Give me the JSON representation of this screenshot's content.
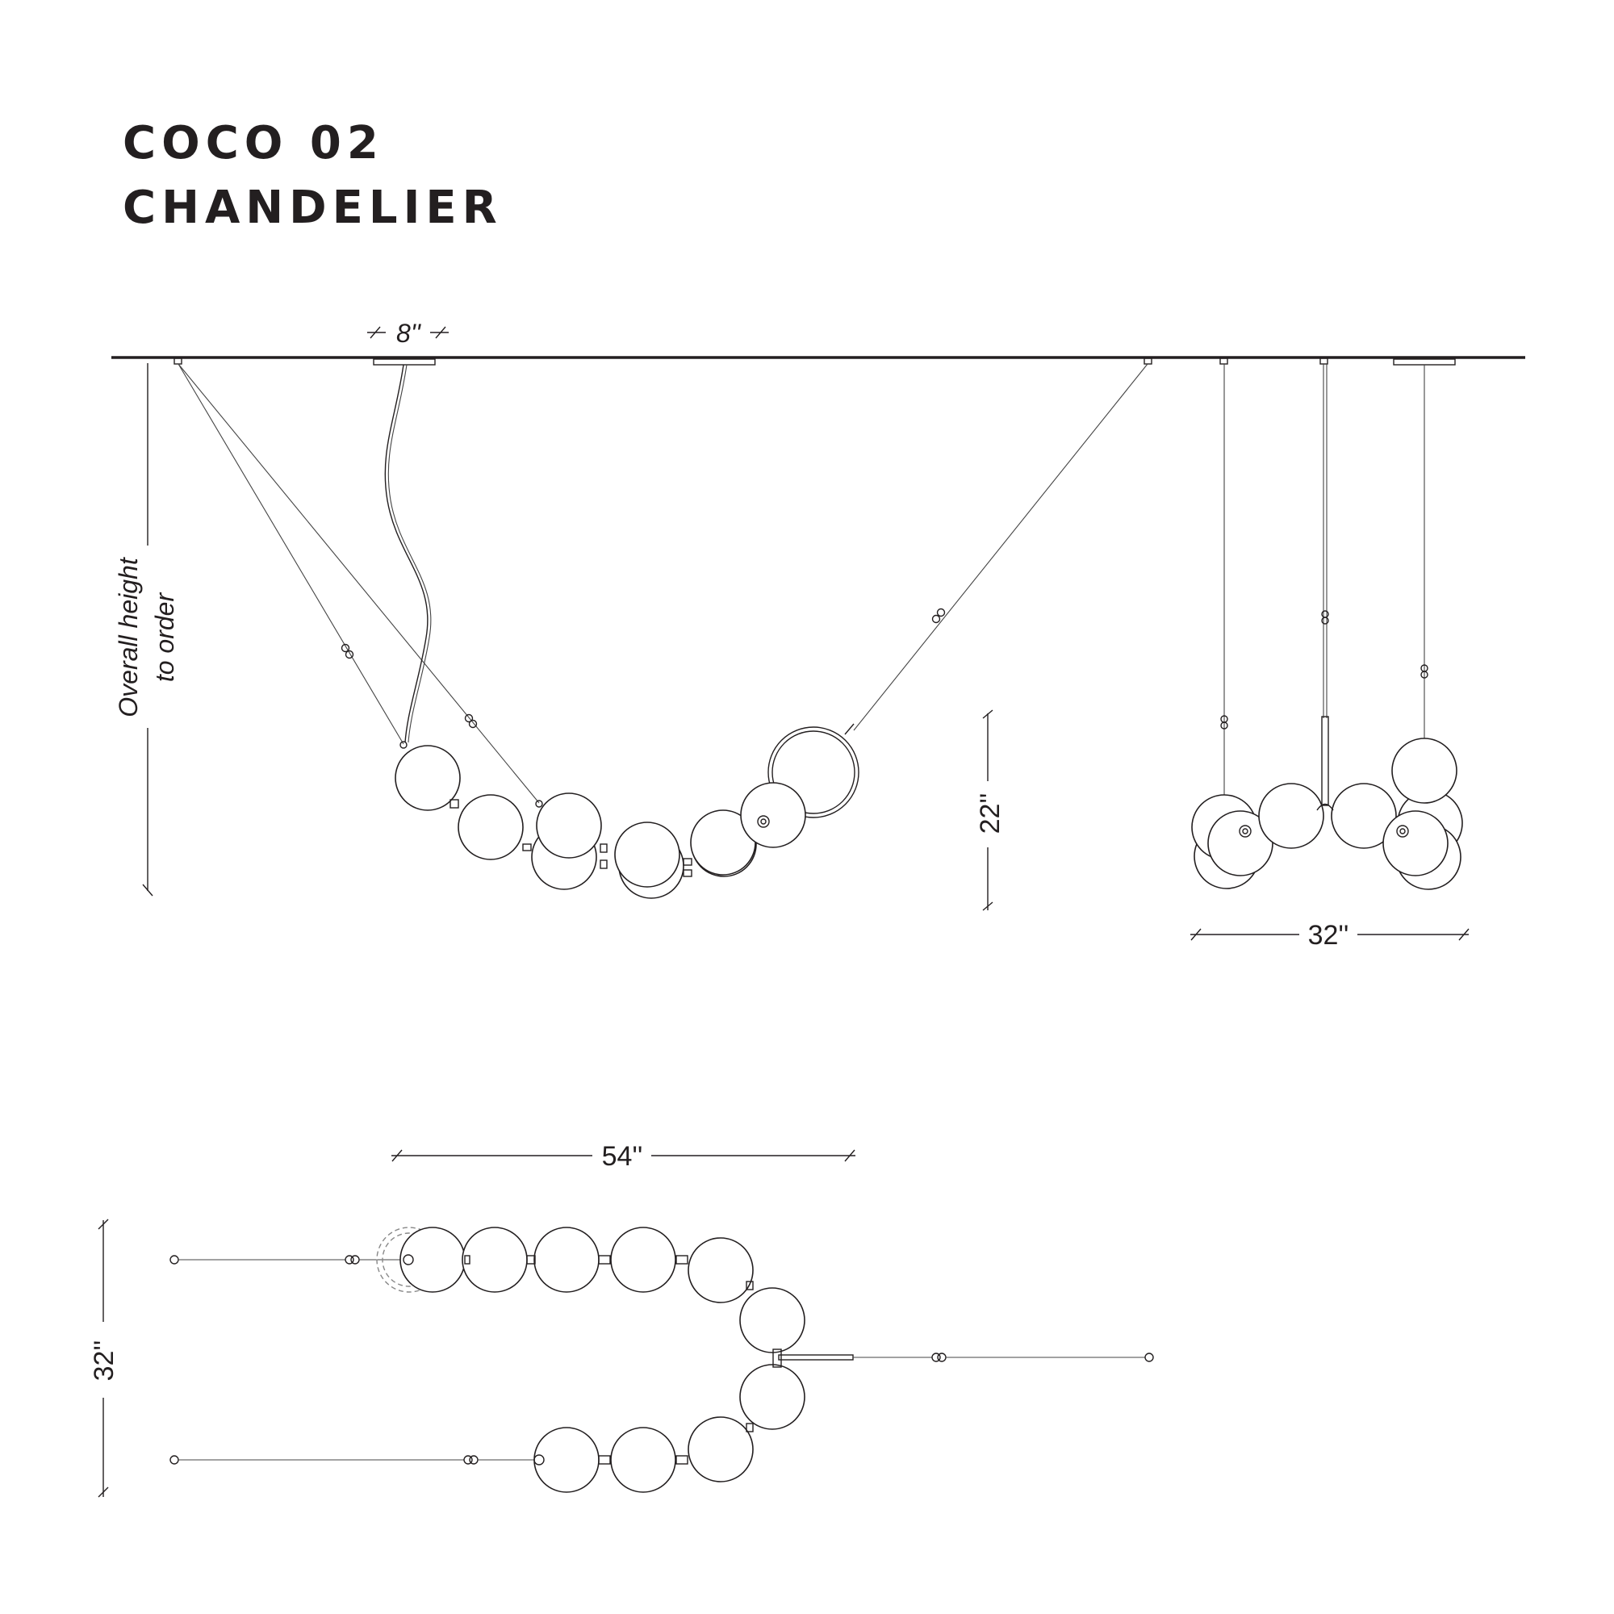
{
  "title": {
    "line1": "COCO 02",
    "line2": "CHANDELIER"
  },
  "dimensions": {
    "canopy_width": "8''",
    "overall_height_line1": "Overall height",
    "overall_height_line2": "to order",
    "fixture_height": "22''",
    "side_width": "32''",
    "plan_length": "54''",
    "plan_depth": "32''"
  },
  "colors": {
    "ink": "#231f20",
    "background": "#ffffff"
  }
}
